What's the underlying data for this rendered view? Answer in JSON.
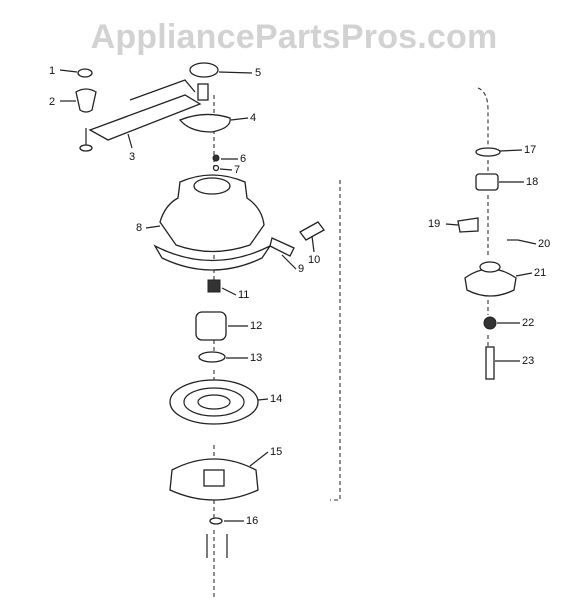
{
  "watermark": "AppliancePartsPros.com",
  "callouts": [
    "1",
    "2",
    "3",
    "4",
    "5",
    "6",
    "7",
    "8",
    "9",
    "10",
    "11",
    "12",
    "13",
    "14",
    "15",
    "16",
    "17",
    "18",
    "19",
    "20",
    "21",
    "22",
    "23"
  ],
  "colors": {
    "line": "#222222",
    "watermark": "#d2d2d2",
    "background": "#ffffff"
  }
}
